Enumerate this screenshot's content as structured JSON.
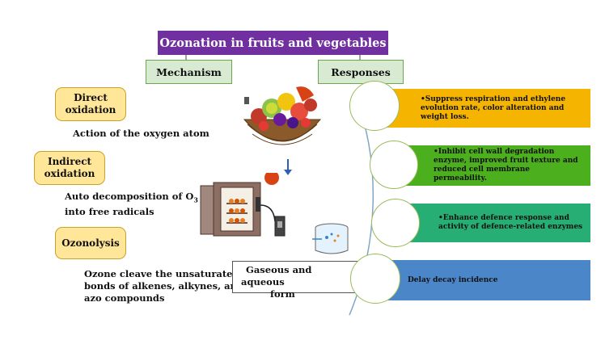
{
  "title": "Ozonation in fruits and vegetables",
  "headers": {
    "mechanism": "Mechanism",
    "responses": "Responses"
  },
  "mechanisms": [
    {
      "label_line1": "Direct",
      "label_line2": "oxidation",
      "description": "Action of the oxygen atom"
    },
    {
      "label_line1": "Indirect",
      "label_line2": "oxidation",
      "description_line1": "Auto decomposition of O",
      "description_sub": "3",
      "description_line2": "into free radicals"
    },
    {
      "label_line1": "Ozonolysis",
      "description_line1": "Ozone cleave the unsaturated",
      "description_line2": "bonds of alkenes, alkynes, and",
      "description_line3": "azo compounds"
    }
  ],
  "form_box": {
    "line1": "Gaseous and aqueous",
    "line2": "form"
  },
  "responses": [
    {
      "text": "•Suppress respiration and ethylene evolution rate, color alteration and weight loss.",
      "color": "#f4b400"
    },
    {
      "text": "•Inhibit cell wall degradation enzyme, improved fruit texture and reduced cell membrane permeability.",
      "color": "#4caf1e"
    },
    {
      "text": "•Enhance defence response and activity of defence-related enzymes",
      "color": "#27ae74"
    },
    {
      "text": "Delay decay incidence",
      "color": "#4a86c8"
    }
  ],
  "icons": [
    "fruit-basket-icon",
    "ozone-chamber-icon",
    "water-beaker-icon",
    "down-arrow-icon"
  ]
}
